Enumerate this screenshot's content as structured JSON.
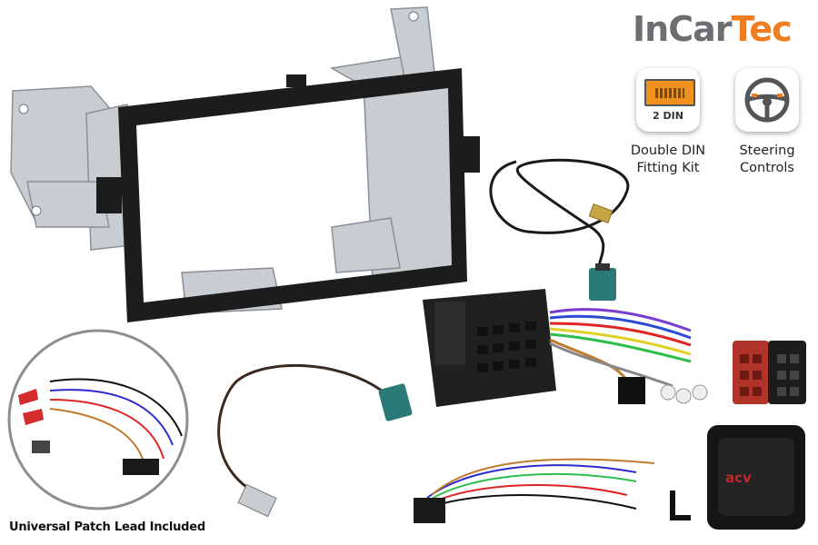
{
  "brand": {
    "part1": "InCar",
    "part2": "Tec"
  },
  "features": [
    {
      "icon": "double-din-icon",
      "badge": "2 DIN",
      "line1": "Double DIN",
      "line2": "Fitting Kit"
    },
    {
      "icon": "steering-wheel-icon",
      "line1": "Steering",
      "line2": "Controls"
    }
  ],
  "patch_lead_label": "Universal Patch Lead Included",
  "module_logo": "acv",
  "colors": {
    "brand_grey": "#6d6e71",
    "brand_orange": "#f07d1f",
    "din_orange": "#f0901f"
  }
}
